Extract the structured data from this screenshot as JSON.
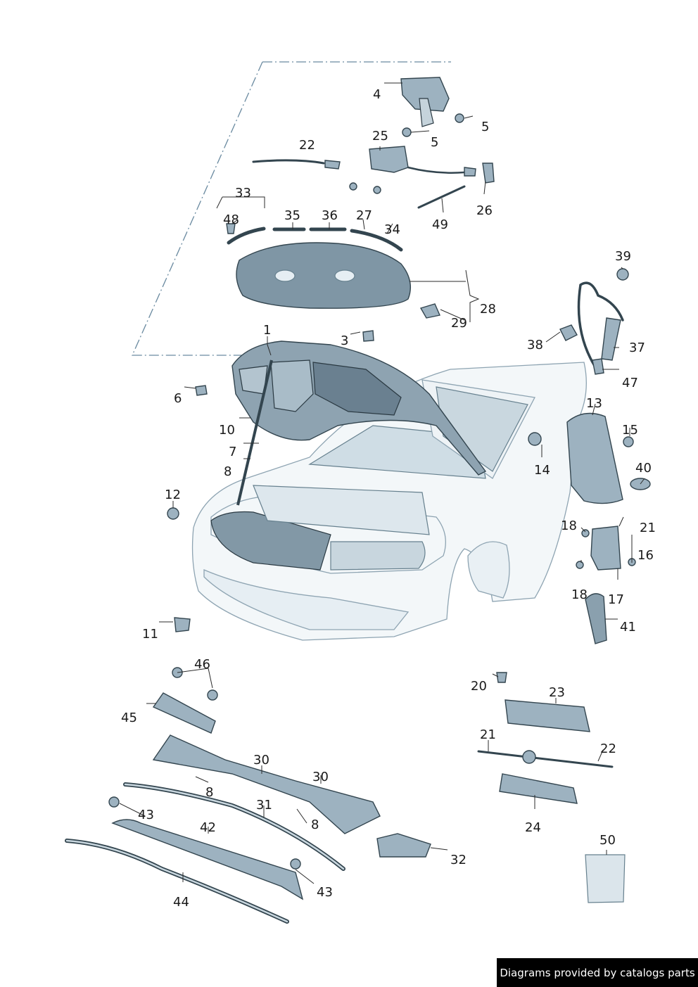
{
  "callouts": [
    "1",
    "3",
    "4",
    "5",
    "5",
    "6",
    "7",
    "8",
    "10",
    "11",
    "12",
    "13",
    "14",
    "15",
    "16",
    "17",
    "18",
    "18",
    "20",
    "21",
    "21",
    "22",
    "22",
    "23",
    "24",
    "25",
    "26",
    "27",
    "28",
    "29",
    "30",
    "30",
    "31",
    "32",
    "33",
    "34",
    "35",
    "36",
    "37",
    "38",
    "39",
    "40",
    "41",
    "42",
    "43",
    "43",
    "44",
    "45",
    "46",
    "47",
    "48",
    "49",
    "50",
    "8",
    "8"
  ],
  "watermark": "Diagrams provided by catalogs parts",
  "colors": {
    "part": "#9db2c0",
    "outline": "#33454f",
    "dash": "#6a8aa0",
    "watermark_bg": "#000000"
  }
}
